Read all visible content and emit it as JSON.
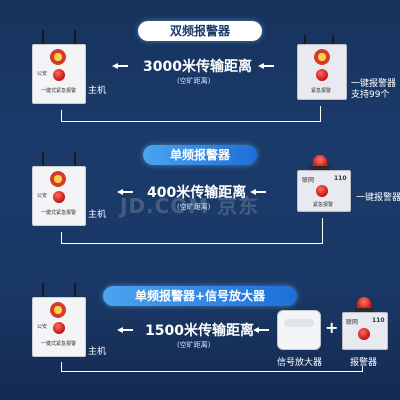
{
  "sections": [
    {
      "title": "双频报警器",
      "distance": "3000米传输距离",
      "note": "(空旷距离)",
      "host_label": "主机",
      "host_tag": "一键式紧急报警",
      "host_sub": "公安",
      "alarm_label": "一键报警器",
      "alarm_sub": "支持99个",
      "alarm_tag": "紧急报警"
    },
    {
      "title": "单频报警器",
      "distance": "400米传输距离",
      "note": "(空旷距离)",
      "host_label": "主机",
      "host_tag": "一键式紧急报警",
      "host_sub": "公安",
      "alarm_label": "一键报警器",
      "alarm_panel_text": "联网",
      "alarm_number": "110",
      "alarm_tag": "紧急报警"
    },
    {
      "title": "单频报警器+信号放大器",
      "distance": "1500米传输距离",
      "note": "(空旷距离)",
      "host_label": "主机",
      "host_tag": "一键式紧急报警",
      "host_sub": "公安",
      "amp_label": "信号放大器",
      "alarm_label": "报警器",
      "alarm_panel_text": "联网",
      "alarm_number": "110",
      "plus": "+"
    }
  ],
  "watermark": "JD.COM 京东",
  "colors": {
    "pill": "#2e8be6",
    "background": "#1b3b6b",
    "alarm_red": "#d21e1e"
  }
}
